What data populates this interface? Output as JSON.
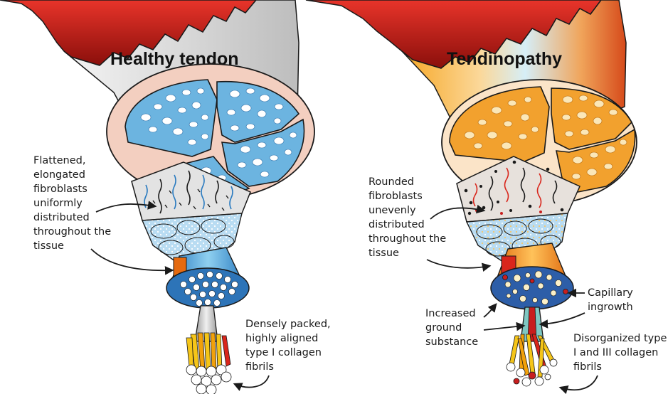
{
  "panels": {
    "healthy": {
      "title": "Healthy tendon",
      "label_cells": [
        "Flattened,",
        "elongated",
        "fibroblasts",
        "uniformly",
        "distributed",
        "throughout the",
        "tissue"
      ],
      "label_fibrils": [
        "Densely packed,",
        "highly aligned",
        "type I collagen",
        "fibrils"
      ]
    },
    "tendinopathy": {
      "title": "Tendinopathy",
      "label_cells": [
        "Rounded",
        "fibroblasts",
        "unevenly",
        "distributed",
        "throughout the",
        "tissue"
      ],
      "label_ground": [
        "Increased",
        "ground",
        "substance"
      ],
      "label_capillary": [
        "Capillary",
        "ingrowth"
      ],
      "label_fibrils": [
        "Disorganized type",
        "I and III collagen",
        "fibrils"
      ]
    }
  },
  "colors": {
    "muscle_red": "#d9261c",
    "healthy_blue": "#6cb4e0",
    "patho_orange": "#f2a12e",
    "sheath_pink": "#f3cfc0",
    "capillary_red": "#c81e1e",
    "nucleus_dark": "#1a1a1a"
  }
}
